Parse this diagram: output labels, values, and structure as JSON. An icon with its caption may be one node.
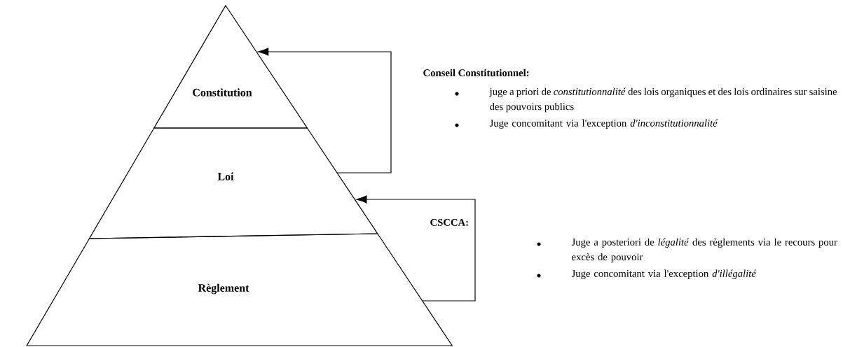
{
  "diagram": {
    "nodes": [
      {
        "text": [
          "Constitution"
        ]
      },
      {
        "text": [
          "Loi"
        ]
      },
      {
        "text": [
          "Règlement"
        ]
      }
    ],
    "edges": [
      {
        "from": 1,
        "to": 0,
        "arrow": "to"
      },
      {
        "from": 2,
        "to": 1,
        "arrow": "to"
      }
    ],
    "labels": [
      "Conseil Constitutionnel:",
      "juge a priori de *constitutionnalité* des lois organiques et des lois ordinaires sur saisine des pouvoirs publics",
      "Juge concomitant via l'exception *d'inconstitutionnalité*",
      "CSCCA:",
      "Juge a posteriori  de *légalité* des règlements via le recours pour excès de pouvoir",
      "Juge concomitant via l'exception *d'illégalité*"
    ]
  }
}
